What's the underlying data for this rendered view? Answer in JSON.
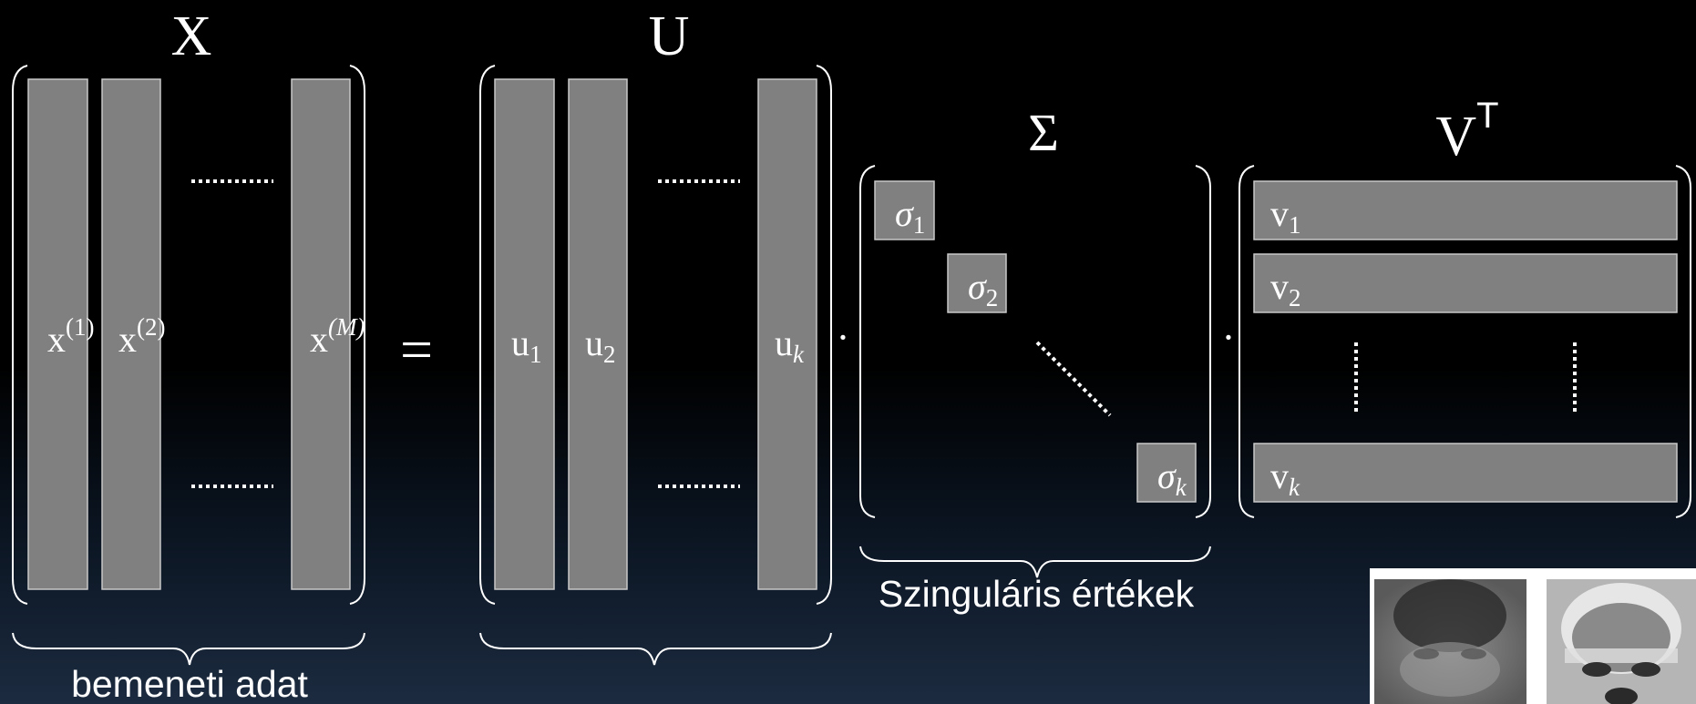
{
  "matrices": {
    "X": {
      "title": "X",
      "columns": [
        "x",
        "x",
        "x"
      ],
      "superscripts": [
        "(1)",
        "(2)",
        "(M)"
      ]
    },
    "U": {
      "title": "U",
      "columns": [
        "u",
        "u",
        "u"
      ],
      "subscripts": [
        "1",
        "2",
        "k"
      ]
    },
    "Sigma": {
      "title": "Σ",
      "entries": [
        "σ",
        "σ",
        "σ"
      ],
      "subscripts": [
        "1",
        "2",
        "k"
      ]
    },
    "VT": {
      "title": "V",
      "superscript": "T",
      "rows": [
        "v",
        "v",
        "v"
      ],
      "subscripts": [
        "1",
        "2",
        "k"
      ]
    }
  },
  "operators": {
    "equals": "=",
    "dot1": "·",
    "dot2": "·"
  },
  "captions": {
    "input_data": "bemeneti adat",
    "singular_values": "Szinguláris értékek"
  },
  "colors": {
    "background": "#000000",
    "box_fill": "#808080",
    "text": "#ffffff"
  }
}
